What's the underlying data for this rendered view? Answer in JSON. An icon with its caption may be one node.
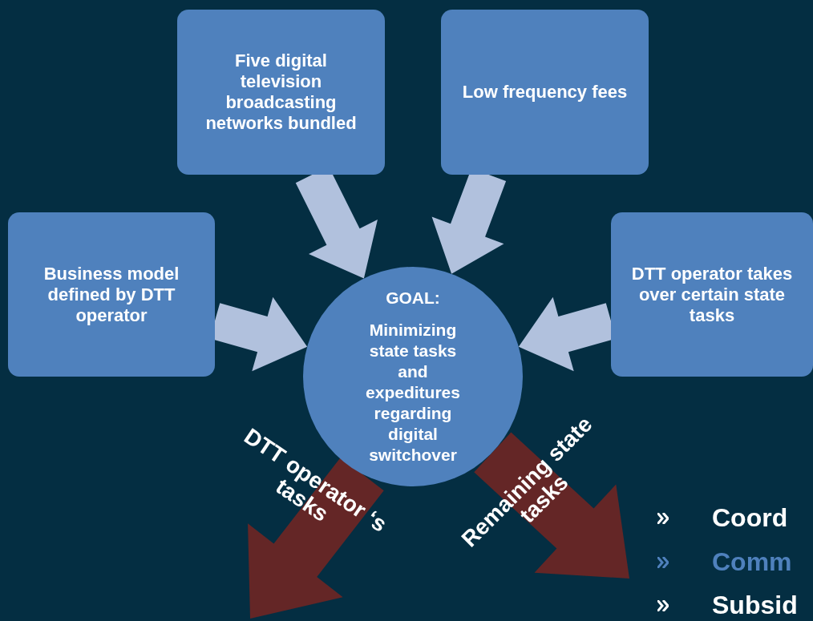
{
  "diagram": {
    "nodes": [
      {
        "text": [
          "Five digital television broadcasting networks bundled"
        ]
      },
      {
        "text": [
          "Low frequency fees"
        ]
      },
      {
        "text": [
          "Business model defined by DTT operator"
        ]
      },
      {
        "text": [
          "GOAL:",
          "Minimizing state tasks and expeditures regarding digital switchover"
        ]
      },
      {
        "text": [
          "DTT operator takes over certain state tasks"
        ]
      }
    ],
    "edges": [
      {
        "from": 0,
        "to": 3,
        "arrow": "to",
        "style": "thick"
      },
      {
        "from": 1,
        "to": 3,
        "arrow": "to",
        "style": "thick"
      },
      {
        "from": 2,
        "to": 3,
        "arrow": "to",
        "style": "thick"
      },
      {
        "from": 4,
        "to": 3,
        "arrow": "to",
        "style": "thick"
      },
      {
        "from": 3,
        "to": null,
        "arrow": "to",
        "style": "thick",
        "color": "#642626",
        "label": "DTT operator ‘s tasks"
      },
      {
        "from": 3,
        "to": null,
        "arrow": "to",
        "style": "thick",
        "color": "#642626",
        "label": "Remaining state tasks"
      }
    ],
    "labels": [
      "Coord",
      "Comm",
      "Subsid"
    ]
  }
}
